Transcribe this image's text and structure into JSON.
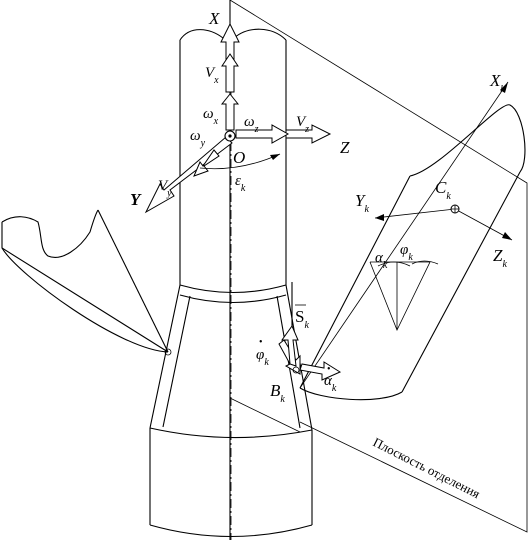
{
  "labels": {
    "x_axis": "X",
    "y_axis": "Y",
    "z_axis": "Z",
    "origin": "O",
    "v_x": "V",
    "v_x_sub": "x",
    "v_y": "V",
    "v_y_sub": "y",
    "v_z": "V",
    "v_z_sub": "z",
    "omega_x": "ω",
    "omega_x_sub": "x",
    "omega_y": "ω",
    "omega_y_sub": "y",
    "omega_z": "ω",
    "omega_z_sub": "z",
    "epsilon": "ε",
    "epsilon_sub": "k",
    "xk": "X",
    "xk_sub": "k",
    "yk": "Y",
    "yk_sub": "k",
    "zk": "Z",
    "zk_sub": "k",
    "ck": "C",
    "ck_sub": "k",
    "alpha": "α",
    "alpha_sub": "k",
    "phi": "φ",
    "phi_sub": "k",
    "sk": "S",
    "sk_sub": "k",
    "phi_dot": "φ",
    "phi_dot_sub": "k",
    "alpha_dot": "α",
    "alpha_dot_sub": "k",
    "bk": "B",
    "bk_sub": "k",
    "plane_caption": "Плоскость отделения"
  }
}
